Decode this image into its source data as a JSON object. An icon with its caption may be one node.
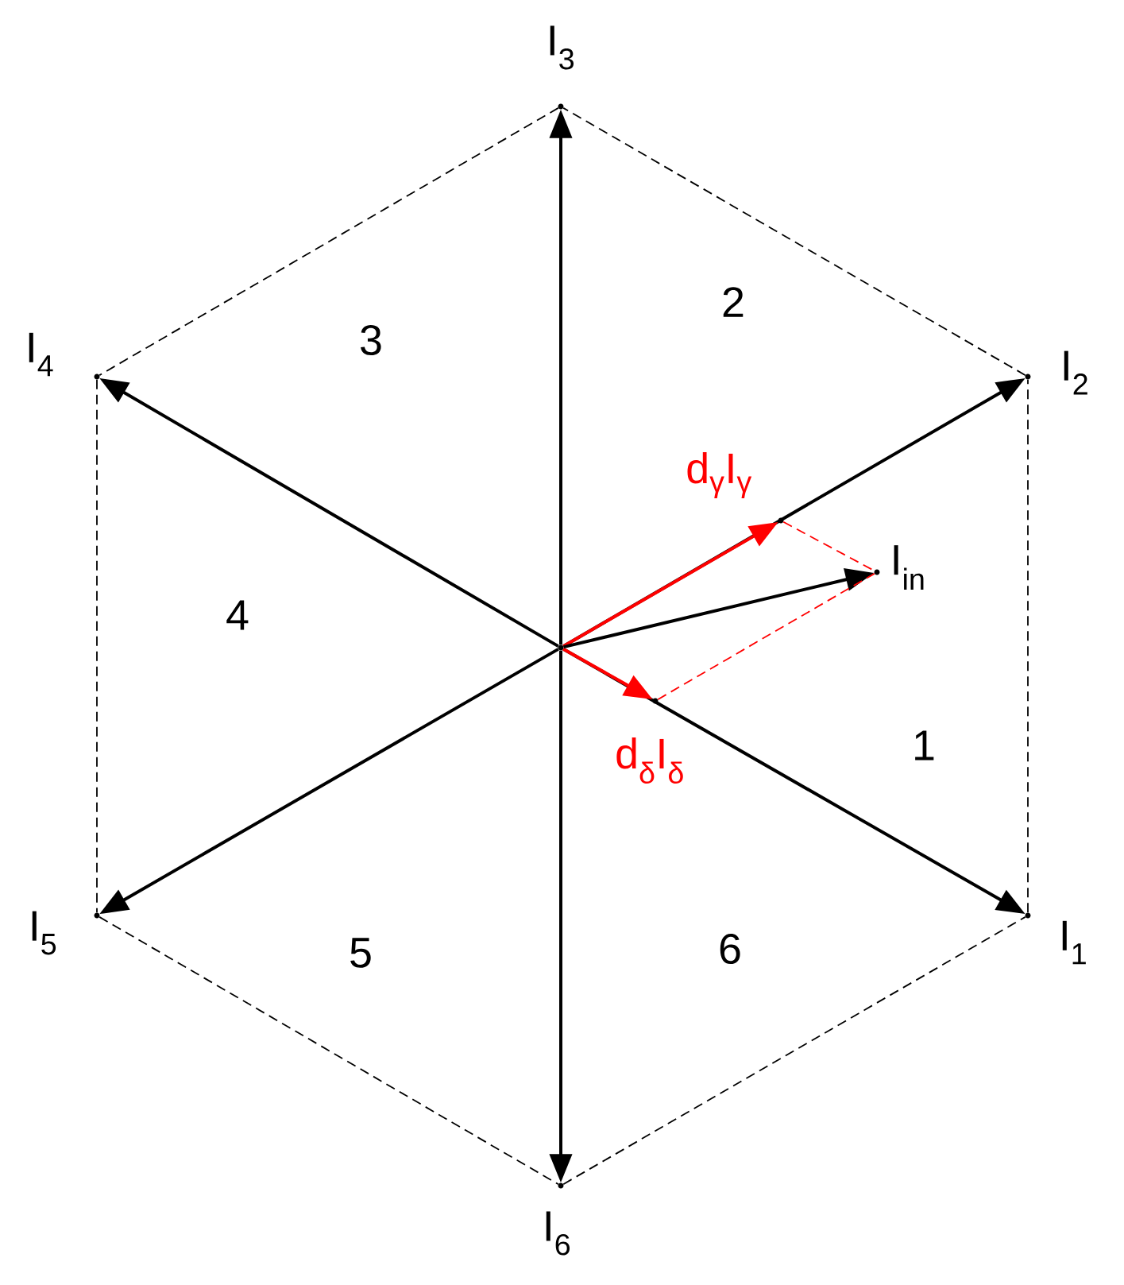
{
  "diagram": {
    "nodes": [
      {
        "text": [],
        "shape": "point"
      },
      {
        "text": [],
        "shape": "point",
        "beside": [
          "I$_{1}$"
        ]
      },
      {
        "text": [],
        "shape": "point",
        "beside": [
          "I$_{2}$"
        ]
      },
      {
        "text": [],
        "shape": "point",
        "beside": [
          "I$_{3}$"
        ]
      },
      {
        "text": [],
        "shape": "point",
        "beside": [
          "I$_{4}$"
        ]
      },
      {
        "text": [],
        "shape": "point",
        "beside": [
          "I$_{5}$"
        ]
      },
      {
        "text": [],
        "shape": "point",
        "beside": [
          "I$_{6}$"
        ]
      },
      {
        "text": [],
        "shape": "point",
        "beside": [
          "d$_{γ}$I$_{γ}$"
        ]
      },
      {
        "text": [],
        "shape": "point",
        "beside": [
          "d$_{δ}$I$_{δ}$"
        ]
      },
      {
        "text": [],
        "shape": "point",
        "beside": [
          "I$_{in}$"
        ]
      }
    ],
    "edges": [
      {
        "from": 0,
        "to": 1,
        "arrow": "to"
      },
      {
        "from": 0,
        "to": 2,
        "arrow": "to"
      },
      {
        "from": 0,
        "to": 3,
        "arrow": "to"
      },
      {
        "from": 0,
        "to": 4,
        "arrow": "to"
      },
      {
        "from": 0,
        "to": 5,
        "arrow": "to"
      },
      {
        "from": 0,
        "to": 6,
        "arrow": "to"
      },
      {
        "from": 0,
        "to": 7,
        "arrow": "to",
        "color": "#ff0000"
      },
      {
        "from": 0,
        "to": 8,
        "arrow": "to",
        "color": "#ff0000"
      },
      {
        "from": 0,
        "to": 9,
        "arrow": "to"
      },
      {
        "from": 1,
        "to": 2,
        "arrow": "none",
        "style": "dashed"
      },
      {
        "from": 2,
        "to": 3,
        "arrow": "none",
        "style": "dashed"
      },
      {
        "from": 3,
        "to": 4,
        "arrow": "none",
        "style": "dashed"
      },
      {
        "from": 4,
        "to": 5,
        "arrow": "none",
        "style": "dashed"
      },
      {
        "from": 5,
        "to": 6,
        "arrow": "none",
        "style": "dashed"
      },
      {
        "from": 6,
        "to": 1,
        "arrow": "none",
        "style": "dashed"
      },
      {
        "from": 7,
        "to": 9,
        "arrow": "none",
        "style": "dashed",
        "color": "#ff0000"
      },
      {
        "from": 8,
        "to": 9,
        "arrow": "none",
        "style": "dashed",
        "color": "#ff0000"
      }
    ],
    "labels": [
      "2",
      "3",
      "4",
      "1",
      "5",
      "6"
    ]
  }
}
